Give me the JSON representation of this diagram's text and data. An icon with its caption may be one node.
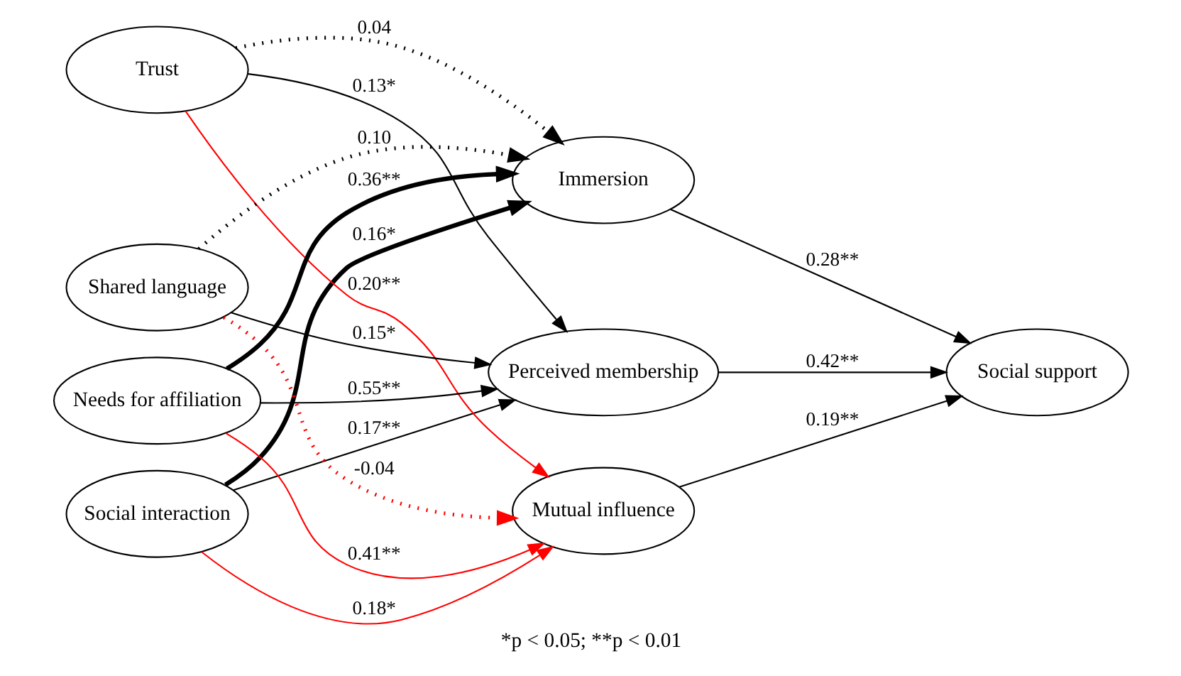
{
  "diagram": {
    "caption": "*p < 0.05; **p < 0.01",
    "nodes": [
      {
        "text": [
          "Social interaction"
        ]
      },
      {
        "text": [
          "Trust"
        ]
      },
      {
        "text": [
          "Shared language"
        ]
      },
      {
        "text": [
          "Needs for affiliation"
        ]
      },
      {
        "text": [
          "Perceived membership"
        ]
      },
      {
        "text": [
          "Mutual influence"
        ]
      },
      {
        "text": [
          "Immersion"
        ]
      },
      {
        "text": [
          "Social support"
        ]
      }
    ],
    "edges": [
      {
        "from": 0,
        "to": 4,
        "arrow": "to",
        "label": "0.17**"
      },
      {
        "from": 0,
        "to": 5,
        "arrow": "to",
        "label": "0.18*",
        "color": "#ff0000"
      },
      {
        "from": 0,
        "to": 6,
        "arrow": "to",
        "label": "0.16*",
        "style": "thick"
      },
      {
        "from": 1,
        "to": 4,
        "arrow": "to",
        "label": "0.13*"
      },
      {
        "from": 1,
        "to": 5,
        "arrow": "to",
        "label": "0.20**",
        "color": "#ff0000"
      },
      {
        "from": 1,
        "to": 6,
        "arrow": "to",
        "label": "0.04",
        "style": "dashed"
      },
      {
        "from": 2,
        "to": 4,
        "arrow": "to",
        "label": "0.15*"
      },
      {
        "from": 2,
        "to": 5,
        "arrow": "to",
        "label": "-0.04",
        "style": "dashed",
        "color": "#ff0000"
      },
      {
        "from": 2,
        "to": 6,
        "arrow": "to",
        "label": "0.10",
        "style": "dashed"
      },
      {
        "from": 3,
        "to": 4,
        "arrow": "to",
        "label": "0.55**"
      },
      {
        "from": 3,
        "to": 5,
        "arrow": "to",
        "label": "0.41**",
        "color": "#ff0000"
      },
      {
        "from": 3,
        "to": 6,
        "arrow": "to",
        "label": "0.36**",
        "style": "thick"
      },
      {
        "from": 4,
        "to": 7,
        "arrow": "to",
        "label": "0.42**"
      },
      {
        "from": 5,
        "to": 7,
        "arrow": "to",
        "label": "0.19**"
      },
      {
        "from": 6,
        "to": 7,
        "arrow": "to",
        "label": "0.28**"
      }
    ]
  }
}
